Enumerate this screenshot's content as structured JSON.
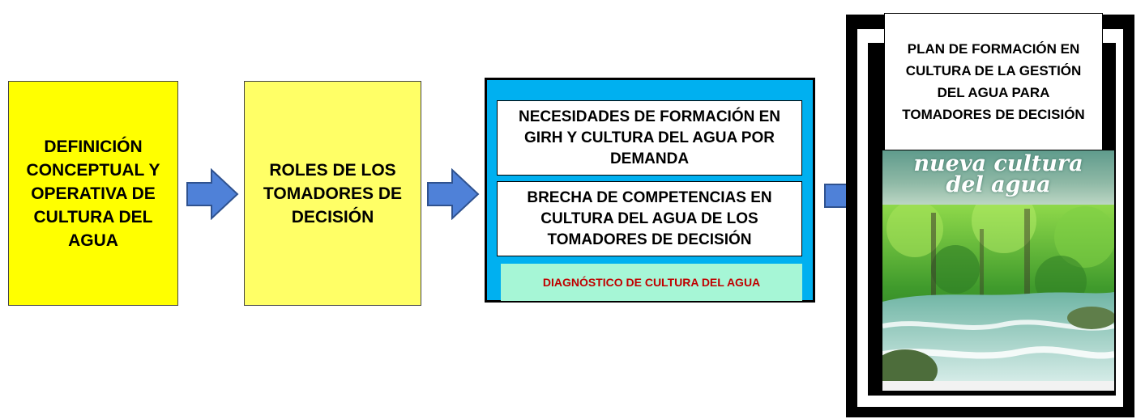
{
  "boxes": {
    "definicion": "DEFINICIÓN CONCEPTUAL Y OPERATIVA DE CULTURA DEL AGUA",
    "roles": "ROLES DE LOS TOMADORES DE DECISIÓN",
    "necesidades": "NECESIDADES DE FORMACIÓN EN GIRH Y CULTURA DEL AGUA POR DEMANDA",
    "brecha": "BRECHA DE COMPETENCIAS EN CULTURA DEL AGUA DE LOS TOMADORES DE DECISIÓN",
    "diagnostico": "DIAGNÓSTICO DE CULTURA DEL AGUA",
    "plan": "PLAN DE FORMACIÓN EN CULTURA DE LA GESTIÓN DEL AGUA PARA TOMADORES DE DECISIÓN"
  },
  "cover": {
    "title_line1": "nueva cultura",
    "title_line2": "del agua"
  },
  "colors": {
    "box1_fill": "#ffff00",
    "box2_fill": "#ffff66",
    "box3_fill": "#00b0f0",
    "diagnostico_fill": "#a6f6d6",
    "diagnostico_text": "#c00000",
    "arrow_fill": "#4f81d8",
    "arrow_stroke": "#2f528f"
  }
}
